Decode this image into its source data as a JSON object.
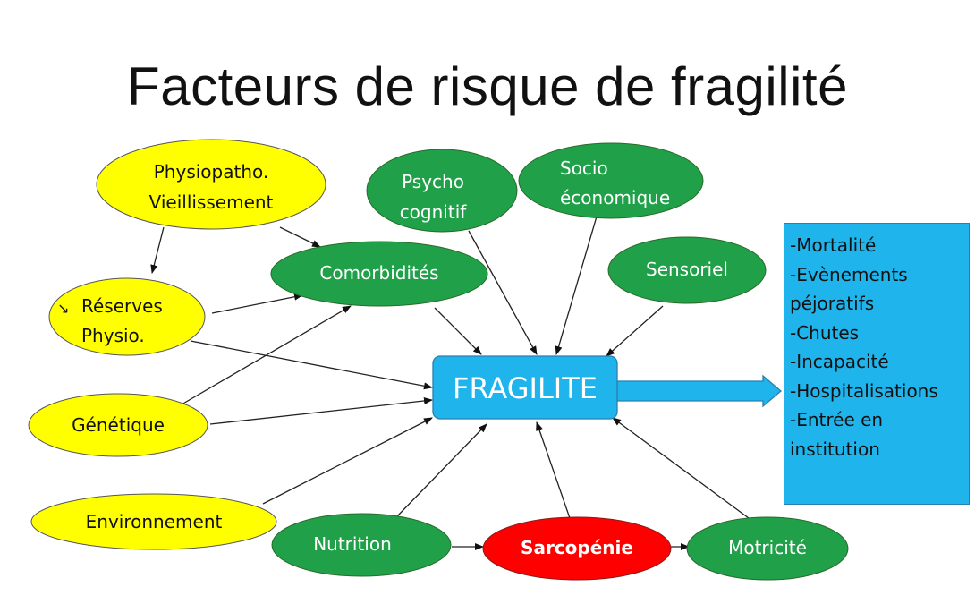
{
  "title": "Facteurs de risque de fragilité",
  "center": {
    "label": "FRAGILITE"
  },
  "nodes": {
    "physiopatho": {
      "lines": [
        "Physiopatho.",
        "Vieillissement"
      ]
    },
    "reserves": {
      "marker": "↘",
      "lines": [
        "Réserves",
        "Physio."
      ]
    },
    "genetique": {
      "lines": [
        "Génétique"
      ]
    },
    "environnement": {
      "lines": [
        "Environnement"
      ]
    },
    "comorbidites": {
      "lines": [
        "Comorbidités"
      ]
    },
    "psycho": {
      "lines": [
        "Psycho",
        "cognitif"
      ]
    },
    "socio": {
      "lines": [
        "Socio",
        "économique"
      ]
    },
    "sensoriel": {
      "lines": [
        "Sensoriel"
      ]
    },
    "nutrition": {
      "lines": [
        "Nutrition"
      ]
    },
    "sarcopenie": {
      "lines": [
        "Sarcopénie"
      ]
    },
    "motricite": {
      "lines": [
        "Motricité"
      ]
    }
  },
  "outcomes": [
    "-Mortalité",
    "-Evènements",
    "péjoratifs",
    "-Chutes",
    "-Incapacité",
    "-Hospitalisations",
    "-Entrée en",
    "institution"
  ],
  "colors": {
    "yellow": "#ffff00",
    "green": "#1fa049",
    "red": "#ff0000",
    "blue": "#1fb4ec"
  }
}
